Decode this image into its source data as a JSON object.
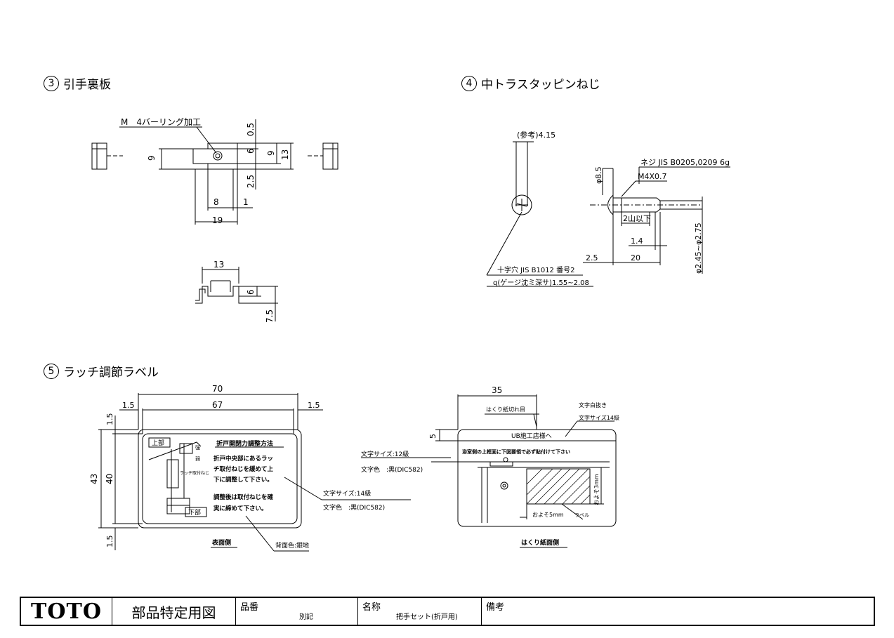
{
  "sections": {
    "s3": {
      "num": "3",
      "title": "引手裏板"
    },
    "s4": {
      "num": "4",
      "title": "中トラスタッピンねじ"
    },
    "s5": {
      "num": "5",
      "title": "ラッチ調節ラベル"
    }
  },
  "part3": {
    "boring": "M　4バーリング加工",
    "d_9_left": "9",
    "d_8": "8",
    "d_1": "1",
    "d_19": "19",
    "d_05": "0.5",
    "d_6": "6",
    "d_25": "2.5",
    "d_9_right": "9",
    "d_13_right": "13",
    "d_13_bottom": "13",
    "d_6_bottom": "6",
    "d_75": "7.5"
  },
  "part4": {
    "ref": "(参考)4.15",
    "phi85": "φ8.5",
    "thread_std": "ネジ JIS B0205,0209 6g",
    "thread_size": "M4X0.7",
    "under2": "2山以下",
    "d_14": "1.4",
    "d_25": "2.5",
    "d_20": "20",
    "phi_range": "φ2.45~φ2.75",
    "cross_std": "十字穴 JIS B1012 番号2",
    "gauge": "q(ゲージ沈ミ深サ)1.55~2.08"
  },
  "part5": {
    "d_70": "70",
    "d_67": "67",
    "d_15_l": "1.5",
    "d_15_r": "1.5",
    "d_15_top": "1.5",
    "d_43": "43",
    "d_40": "40",
    "d_15_bot": "1.5",
    "label_top": "上部",
    "label_bottom": "下部",
    "label_title": "折戸開閉力調整方法",
    "text1": "折戸中央部にあるラッ",
    "text2": "チ取付ねじを緩めて上",
    "text3": "下に調整して下さい。",
    "text4": "調整後は取付ねじを確",
    "text5": "実に締めて下さい。",
    "small_a": "強",
    "small_b": "弱",
    "latch_screw": "ラッチ取付ねじ",
    "font_size14": "文字サイズ:14級",
    "font_color1": "文字色　:黒(DIC582)",
    "bg_color": "背面色:銀地",
    "front_side": "表面側",
    "d_35": "35",
    "d_5": "5",
    "peel_cut": "はくり紙切れ目",
    "white_text": "文字白抜き",
    "font_size14b": "文字サイズ14級",
    "ub_header": "UB施工店様へ",
    "font_size12": "文字サイズ:12級",
    "font_color2": "文字色　:黒(DIC582)",
    "instruction": "浴室側の上框面に下図要領で必ず貼付けて下さい",
    "approx3": "およそ3mm",
    "approx5": "およそ5mm",
    "label_word": "ラベル",
    "peel_side": "はくり紙面側"
  },
  "titleblock": {
    "logo": "TOTO",
    "doc_type": "部品特定用図",
    "part_no_label": "品番",
    "part_no_value": "別記",
    "name_label": "名称",
    "name_value": "把手セット(折戸用)",
    "remarks_label": "備考"
  }
}
